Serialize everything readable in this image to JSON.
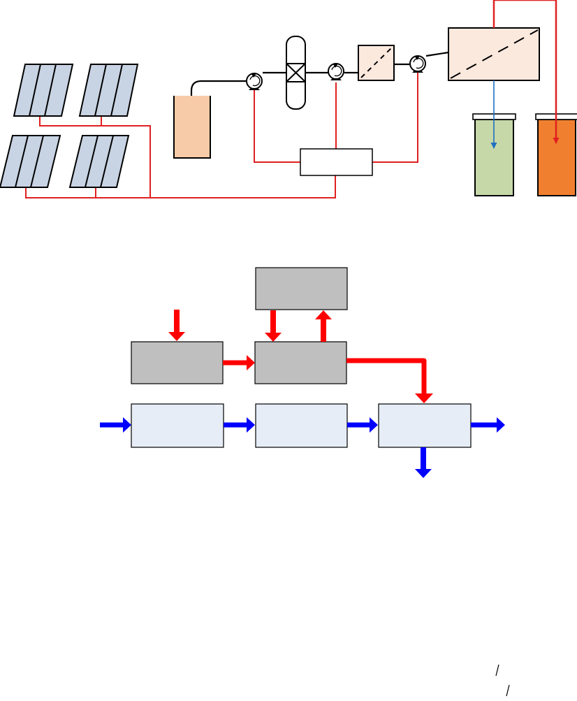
{
  "figure": {
    "colors": {
      "power_line": "#e02020",
      "process_line": "#000000",
      "panel_fill": "#c8d3e3",
      "feed_tank": "#f8cba8",
      "module_fill": "#fce9de",
      "permeate_tank": "#c6d8a8",
      "concentrate_tank": "#f08030",
      "permeate_arrow": "#1f6fc0",
      "energy_arrow": "#ff0000",
      "water_arrow": "#0000ff",
      "energy_box": "#bfbfbf",
      "water_box": "#e6edf7"
    },
    "top_schematic": {
      "solar_panels": 4,
      "pumps": 3,
      "tanks": [
        "feed-tank",
        "permeate-tank",
        "concentrate-tank"
      ],
      "icons": [
        "solar-panel-icon",
        "pump-icon",
        "column-icon",
        "filter-icon",
        "membrane-module-icon",
        "controller-box"
      ]
    },
    "block_diagram": {
      "energy_boxes": 3,
      "water_boxes": 3,
      "labels": []
    }
  }
}
